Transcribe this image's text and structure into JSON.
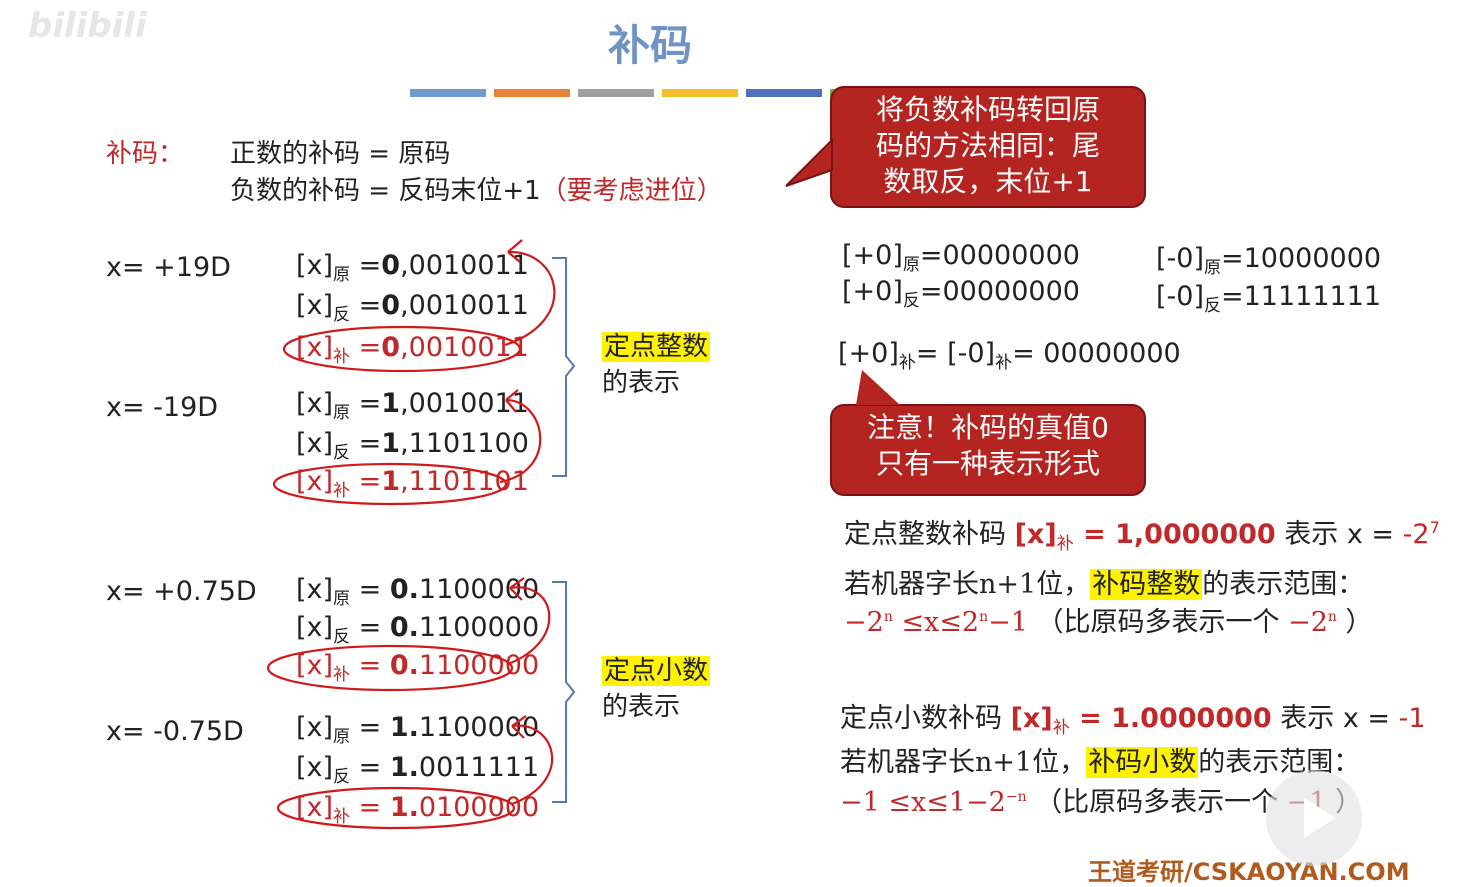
{
  "watermark": "bilibili",
  "title": "补码",
  "color_bars": [
    "#6f9bd1",
    "#e5843a",
    "#a0a0a0",
    "#f2c02a",
    "#4f71bd",
    "#6fae45"
  ],
  "definition": {
    "label": "补码：",
    "positive": "正数的补码 = 原码",
    "negative": "负数的补码 = 反码末位+1",
    "negative_note": "（要考虑进位）"
  },
  "callout_top": {
    "line1": "将负数补码转回原",
    "line2": "码的方法相同：尾",
    "line3": "数取反，末位+1"
  },
  "integers": {
    "pos": {
      "x_label": "x= +19D",
      "orig": "0,0010011",
      "orig_sign": "0",
      "orig_rest": ",0010011",
      "inv_sign": "0",
      "inv_rest": ",0010011",
      "comp_sign": "0",
      "comp_rest": ",0010011"
    },
    "neg": {
      "x_label": "x= -19D",
      "orig_sign": "1",
      "orig_rest": ",0010011",
      "inv_sign": "1",
      "inv_rest": ",1101100",
      "comp_sign": "1",
      "comp_rest": ",1101101"
    },
    "caption1": "定点整数",
    "caption2": "的表示"
  },
  "fractions": {
    "pos": {
      "x_label": "x= +0.75D",
      "orig_sign": "0.",
      "orig_rest": "1100000",
      "inv_sign": "0.",
      "inv_rest": "1100000",
      "comp_sign": "0.",
      "comp_rest": "1100000"
    },
    "neg": {
      "x_label": "x= -0.75D",
      "orig_sign": "1.",
      "orig_rest": "1100000",
      "inv_sign": "1.",
      "inv_rest": "0011111",
      "comp_sign": "1.",
      "comp_rest": "0100000"
    },
    "caption1": "定点小数",
    "caption2": "的表示"
  },
  "notation": {
    "x": "[x]",
    "orig": "原",
    "inv": "反",
    "comp": "补"
  },
  "zero": {
    "p_orig_a": "[+0]",
    "p_orig_sub": "原",
    "p_orig_b": "=00000000",
    "p_inv_a": "[+0]",
    "p_inv_sub": "反",
    "p_inv_b": "=00000000",
    "n_orig_a": "[-0]",
    "n_orig_sub": "原",
    "n_orig_b": "=10000000",
    "n_inv_a": "[-0]",
    "n_inv_sub": "反",
    "n_inv_b": "=11111111",
    "comp_a": "[+0]",
    "comp_sub1": "补",
    "comp_mid": "= [-0]",
    "comp_sub2": "补",
    "comp_b": "= 00000000"
  },
  "callout_mid": {
    "line1": "注意！补码的真值0",
    "line2": "只有一种表示形式"
  },
  "int_range": {
    "l1_a": "定点整数补码 ",
    "l1_x": "[x]",
    "l1_sub": "补",
    "l1_eq": " = ",
    "l1_val": "1,0000000",
    "l1_b": " 表示 x = ",
    "l1_res": "-2",
    "l1_exp": "7",
    "l2_a": "若机器字长n+1位，",
    "l2_hl": "补码整数",
    "l2_b": "的表示范围：",
    "l3_a": "−2",
    "l3_aexp": "n",
    "l3_mid": " ≤x≤2",
    "l3_bexp": "n",
    "l3_c": "−1",
    "l3_note": " （比原码多表示一个 ",
    "l3_d": "−2",
    "l3_dexp": "n",
    "l3_end": " ）"
  },
  "frac_range": {
    "l1_a": "定点小数补码 ",
    "l1_x": "[x]",
    "l1_sub": "补",
    "l1_eq": " = ",
    "l1_val": "1.0000000",
    "l1_b": " 表示 x = ",
    "l1_res": "-1",
    "l2_a": "若机器字长n+1位，",
    "l2_hl": "补码小数",
    "l2_b": "的表示范围：",
    "l3_a": "−1 ",
    "l3_mid": "≤x≤1−2",
    "l3_exp": "−n",
    "l3_note": " （比原码多表示一个 ",
    "l3_d": "−1",
    "l3_end": " ）"
  },
  "footer": "王道考研/CSKAOYAN.COM"
}
